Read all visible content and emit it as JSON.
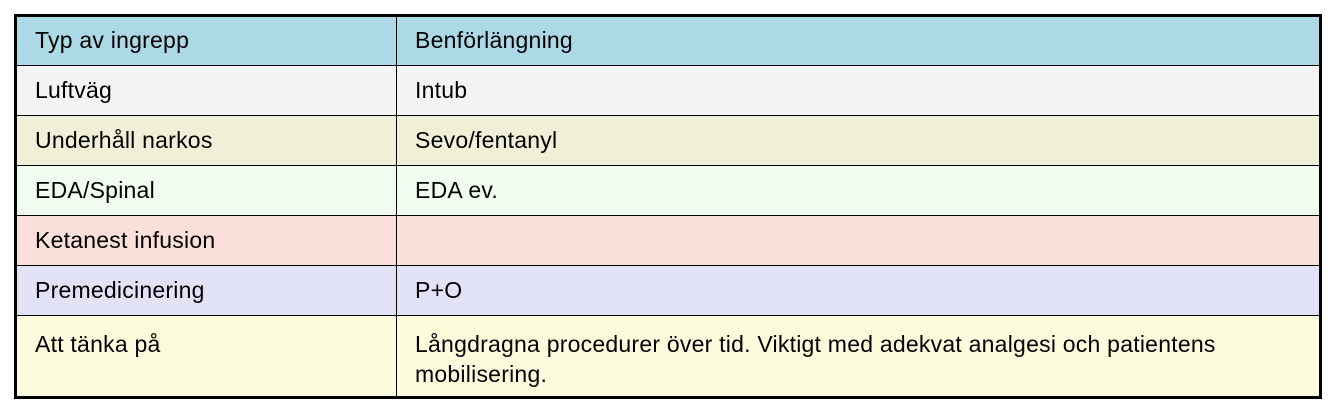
{
  "table": {
    "columns": [
      "Typ av ingrepp",
      "Benförlängning"
    ],
    "header": {
      "label": "Typ av ingrepp",
      "value": "Benförlängning",
      "bg": "#ADD8E6"
    },
    "rows": [
      {
        "label": "Luftväg",
        "value": "Intub",
        "bg": "#F4F4F4"
      },
      {
        "label": "Underhåll narkos",
        "value": "Sevo/fentanyl",
        "bg": "#F0F0D8"
      },
      {
        "label": "EDA/Spinal",
        "value": "EDA ev.",
        "bg": "#EFFCEF"
      },
      {
        "label": "Ketanest infusion",
        "value": "",
        "bg": "#FBDFDB"
      },
      {
        "label": "Premedicinering",
        "value": "P+O",
        "bg": "#E2E2F7"
      },
      {
        "label": "Att tänka på",
        "value": "Långdragna procedurer över tid. Viktigt med adekvat analgesi och patientens mobilisering.",
        "bg": "#FCFCDC"
      }
    ]
  },
  "colors": {
    "border": "#000000",
    "text": "#000000",
    "page_background": "#FFFFFF"
  }
}
